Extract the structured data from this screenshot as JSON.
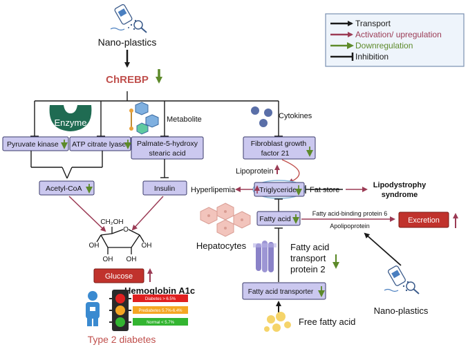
{
  "legend": {
    "items": [
      {
        "label": "Transport",
        "color": "#1a1a1a",
        "kind": "arrow"
      },
      {
        "label": "Activation/ upregulation",
        "color": "#9b3b55",
        "kind": "arrow"
      },
      {
        "label": "Downregulation",
        "color": "#5d8a2a",
        "kind": "arrow"
      },
      {
        "label": "Inhibition",
        "color": "#1a1a1a",
        "kind": "bar"
      }
    ]
  },
  "top": {
    "nanoplastics": "Nano-plastics",
    "chrebp": "ChREBP"
  },
  "icons": {
    "enzyme": "Enzyme"
  },
  "labels": {
    "metabolite": "Metabolite",
    "cytokines": "Cytokines",
    "lipoprotein": "Lipoprotein",
    "hyperlipemia": "Hyperlipemia",
    "fat_store": "Fat store",
    "lipodystrophy_line1": "Lipodystrophy",
    "lipodystrophy_line2": "syndrome",
    "fabp6": "Fatty acid-binding protein 6",
    "apolipoprotein": "Apolipoprotein",
    "hepatocytes": "Hepatocytes",
    "fatp2_line1": "Fatty acid",
    "fatp2_line2": "transport",
    "fatp2_line3": "protein 2",
    "free_fatty_acid": "Free fatty acid",
    "nanoplastics_right": "Nano-plastics",
    "hba1c": "Hemoglobin A1c",
    "type2": "Type 2 diabetes"
  },
  "boxes": {
    "pyruvate": "Pyruvate kinase",
    "atp": "ATP citrate lyase",
    "palmate_line1": "Palmate-5-hydroxy",
    "palmate_line2": "stearic acid",
    "fgf_line1": "Fibroblast growth",
    "fgf_line2": "factor 21",
    "acetyl": "Acetyl-CoA",
    "insulin": "Insulin",
    "triglyceride": "Triglyceride",
    "fatty_acid": "Fatty acid",
    "excretion": "Excretion",
    "glucose": "Glucose",
    "transporter": "Fatty acid transporter"
  },
  "glucose_structure": {
    "ch2oh": "CH₂OH",
    "o": "O",
    "oh": "OH"
  },
  "hba1c_bars": [
    {
      "label": "Diabetes > 6.5%",
      "color": "#e02020"
    },
    {
      "label": "Prediabetes 5.7%-6.4%",
      "color": "#f5a623"
    },
    {
      "label": "Normal < 5.7%",
      "color": "#33b531"
    }
  ],
  "colors": {
    "box_fill": "#cbc8ef",
    "box_stroke": "#3a3a6a",
    "red_box": "#c0322c",
    "activation": "#9b3b55",
    "down": "#5d8a2a",
    "title_red": "#c0504d"
  }
}
